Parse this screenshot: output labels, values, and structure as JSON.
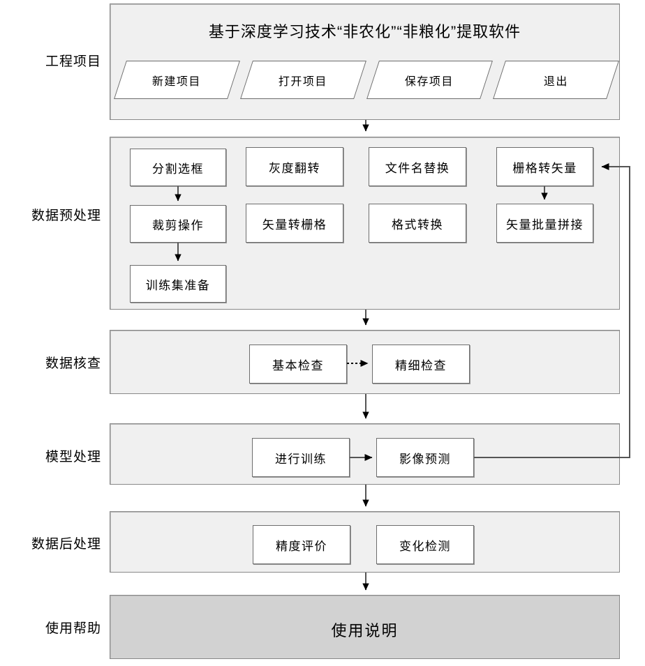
{
  "diagram": {
    "title": "基于深度学习技术“非农化”“非粮化”提取软件",
    "colors": {
      "panel_fill": "#f0f0f0",
      "help_panel_fill": "#d2d2d2",
      "node_fill": "#ffffff",
      "border": "#6d6d6d",
      "panel_border": "#888888",
      "line": "#555555",
      "background": "#ffffff"
    }
  },
  "stages": [
    {
      "label": "工程项目"
    },
    {
      "label": "数据预处理"
    },
    {
      "label": "数据核查"
    },
    {
      "label": "模型处理"
    },
    {
      "label": "数据后处理"
    },
    {
      "label": "使用帮助"
    }
  ],
  "project_panel": {
    "title": "基于深度学习技术“非农化”“非粮化”提取软件",
    "buttons": [
      {
        "label": "新建项目"
      },
      {
        "label": "打开项目"
      },
      {
        "label": "保存项目"
      },
      {
        "label": "退出"
      }
    ]
  },
  "preprocess_panel": {
    "column1": [
      {
        "label": "分割选框"
      },
      {
        "label": "裁剪操作"
      },
      {
        "label": "训练集准备"
      }
    ],
    "column2": [
      {
        "label": "灰度翻转"
      },
      {
        "label": "矢量转栅格"
      }
    ],
    "column3": [
      {
        "label": "文件名替换"
      },
      {
        "label": "格式转换"
      }
    ],
    "column4": [
      {
        "label": "栅格转矢量"
      },
      {
        "label": "矢量批量拼接"
      }
    ]
  },
  "check_panel": {
    "nodes": [
      {
        "label": "基本检查"
      },
      {
        "label": "精细检查"
      }
    ]
  },
  "model_panel": {
    "nodes": [
      {
        "label": "进行训练"
      },
      {
        "label": "影像预测"
      }
    ]
  },
  "postprocess_panel": {
    "nodes": [
      {
        "label": "精度评价"
      },
      {
        "label": "变化检测"
      }
    ]
  },
  "help_panel": {
    "label": "使用说明"
  }
}
